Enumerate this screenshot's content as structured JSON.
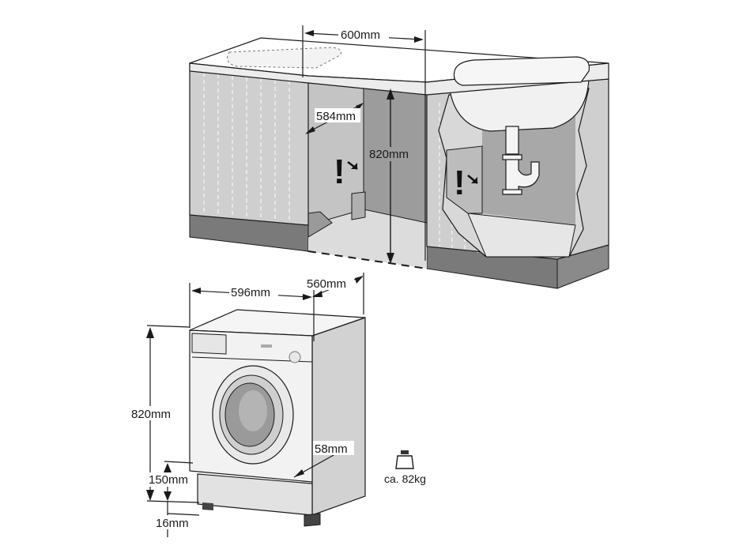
{
  "cabinet": {
    "width_label": "600mm",
    "depth_label": "584mm",
    "height_label": "820mm",
    "warning_symbol": "!",
    "icons": [
      "sink-icon",
      "siphon-pipe-icon",
      "warning-icon"
    ]
  },
  "machine": {
    "width_label": "596mm",
    "depth_label": "560mm",
    "height_label": "820mm",
    "plinth_label": "150mm",
    "recess_label": "58mm",
    "foot_label": "16mm",
    "weight_label": "ca. 82kg",
    "icons": [
      "weight-icon",
      "washing-machine-icon"
    ]
  },
  "colors": {
    "dark_gray": "#7a7a7a",
    "mid_gray": "#b9b9b9",
    "light_gray": "#dadada",
    "panel_gray": "#cfcfcf",
    "white": "#ffffff",
    "line": "#1a1a1a"
  }
}
